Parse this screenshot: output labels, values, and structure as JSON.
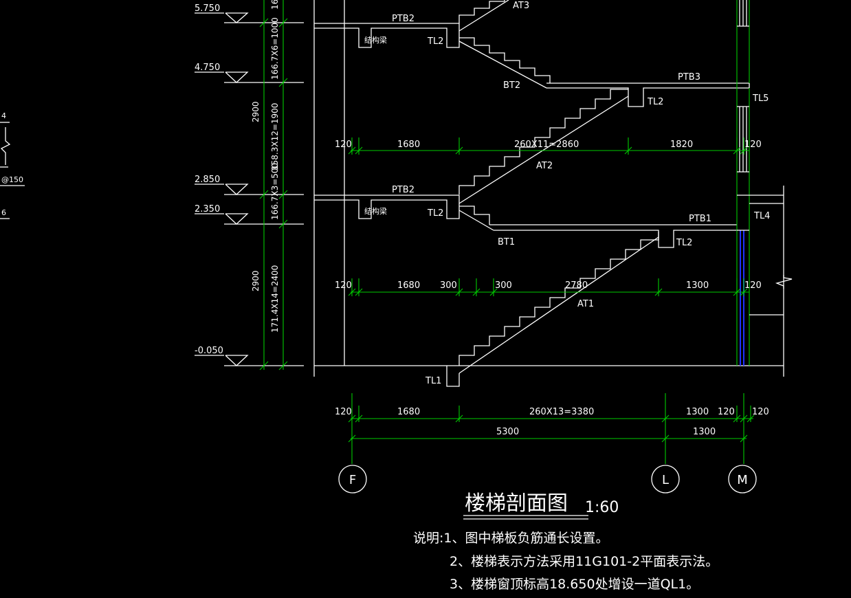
{
  "drawing": {
    "title": "楼梯剖面图",
    "scale": "1:60",
    "notes": [
      "说明:1、图中梯板负筋通长设置。",
      "2、楼梯表示方法采用11G101-2平面表示法。",
      "3、楼梯窗顶标高18.650处增设一道QL1。"
    ],
    "axes": [
      "F",
      "L",
      "M"
    ]
  },
  "elevations": {
    "e5750": "5.750",
    "e4750": "4.750",
    "e2850": "2.850",
    "e2350": "2.350",
    "e0050": "-0.050"
  },
  "left_fragment": {
    "a": "4",
    "b": "@150",
    "c": "6"
  },
  "vertical_dims": {
    "top_cut": "16",
    "d1": "166.7X6=1000",
    "d2": "158.3X12=1900",
    "d3": "166.7X3=500",
    "d4": "171.4X14=2400",
    "h1": "2900",
    "h2": "2900"
  },
  "dims_upper": [
    "120",
    "1680",
    "260X11=2860",
    "1820",
    "120"
  ],
  "dims_middle": [
    "120",
    "1680",
    "300",
    "300",
    "2780",
    "1300",
    "120"
  ],
  "dims_bottom": [
    "120",
    "1680",
    "260X13=3380",
    "1300",
    "120",
    "120"
  ],
  "dims_total": [
    "5300",
    "1300"
  ],
  "members": {
    "ptb2_top": "PTB2",
    "tl2_top": "TL2",
    "jiegou_top": "结构梁",
    "at3": "AT3",
    "bt2": "BT2",
    "ptb3": "PTB3",
    "tl2_mid": "TL2",
    "tl5": "TL5",
    "at2": "AT2",
    "ptb2_mid": "PTB2",
    "tl2_mid2": "TL2",
    "jiegou_mid": "结构梁",
    "bt1": "BT1",
    "ptb1": "PTB1",
    "tl2_low": "TL2",
    "tl4": "TL4",
    "at1": "AT1",
    "tl1": "TL1"
  }
}
